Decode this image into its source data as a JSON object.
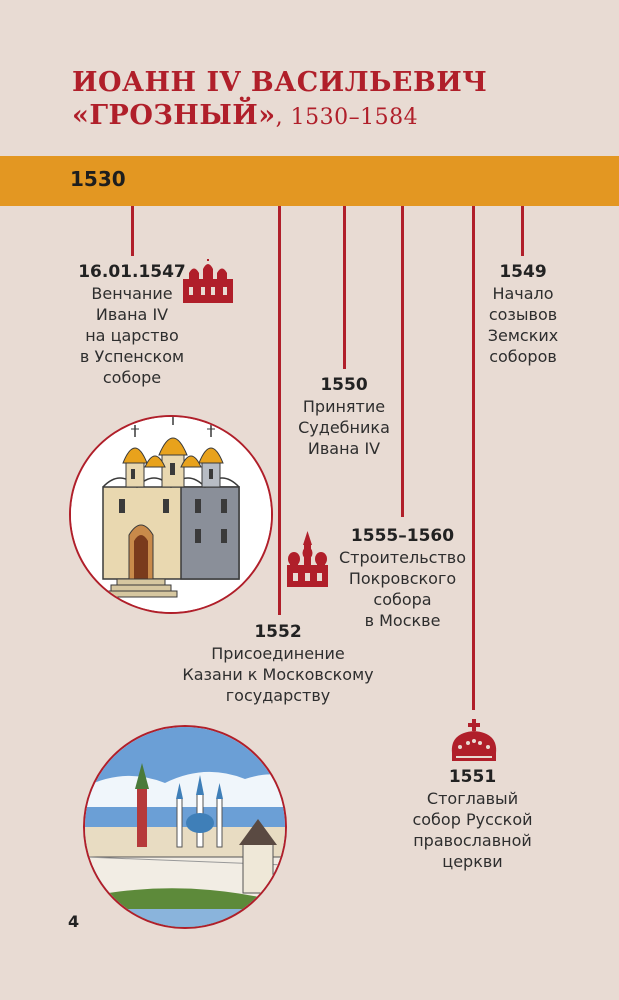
{
  "title": {
    "line1": "ИОАНН IV ВАСИЛЬЕВИЧ",
    "line2_bold": "«ГРОЗНЫЙ»",
    "line2_small": ", 1530–1584"
  },
  "timeline": {
    "start_year": "1530"
  },
  "events": [
    {
      "date": "16.01.1547",
      "text": [
        "Венчание",
        "Ивана IV",
        "на царство",
        "в Успенском",
        "соборе"
      ]
    },
    {
      "date": "1549",
      "text": [
        "Начало",
        "созывов",
        "Земских",
        "соборов"
      ]
    },
    {
      "date": "1550",
      "text": [
        "Принятие",
        "Судебника",
        "Ивана IV"
      ]
    },
    {
      "date": "1555–1560",
      "text": [
        "Строительство",
        "Покровского",
        "собора",
        "в Москве"
      ]
    },
    {
      "date": "1552",
      "text": [
        "Присоединение",
        "Казани к Московскому",
        "государству"
      ]
    },
    {
      "date": "1551",
      "text": [
        "Стоглавый",
        "собор Русской",
        "православной",
        "церкви"
      ]
    }
  ],
  "icons": [
    "cathedral-icon",
    "st-basil-cathedral-icon",
    "crown-icon"
  ],
  "images": [
    "assumption-cathedral-illustration",
    "kazan-kremlin-illustration"
  ],
  "page_number": "4",
  "colors": {
    "background": "#e8dbd3",
    "accent_red": "#b01f2a",
    "timeline_bar": "#e39722"
  }
}
